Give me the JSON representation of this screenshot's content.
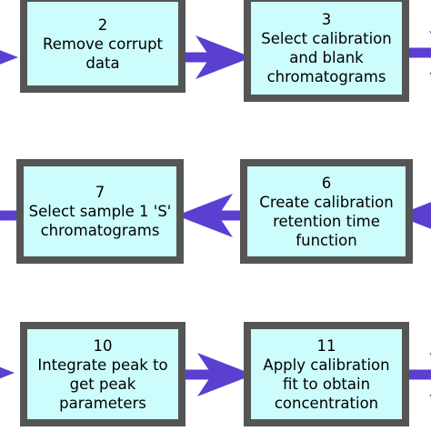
{
  "colors": {
    "box_fill": "#ccfcfc",
    "box_border": "#555555",
    "arrow": "#5a3fd0",
    "text": "#000000"
  },
  "steps": [
    {
      "number": "2",
      "lines": [
        "Remove corrupt",
        "data"
      ]
    },
    {
      "number": "3",
      "lines": [
        "Select calibration",
        "and blank",
        "chromatograms"
      ]
    },
    {
      "number": "7",
      "lines": [
        "Select sample 1 'S'",
        "chromatograms"
      ]
    },
    {
      "number": "6",
      "lines": [
        "Create calibration",
        "retention time",
        "function"
      ]
    },
    {
      "number": "10",
      "lines": [
        "Integrate peak to",
        "get peak",
        "parameters"
      ]
    },
    {
      "number": "11",
      "lines": [
        "Apply calibration",
        "fit to obtain",
        "concentration"
      ]
    }
  ]
}
